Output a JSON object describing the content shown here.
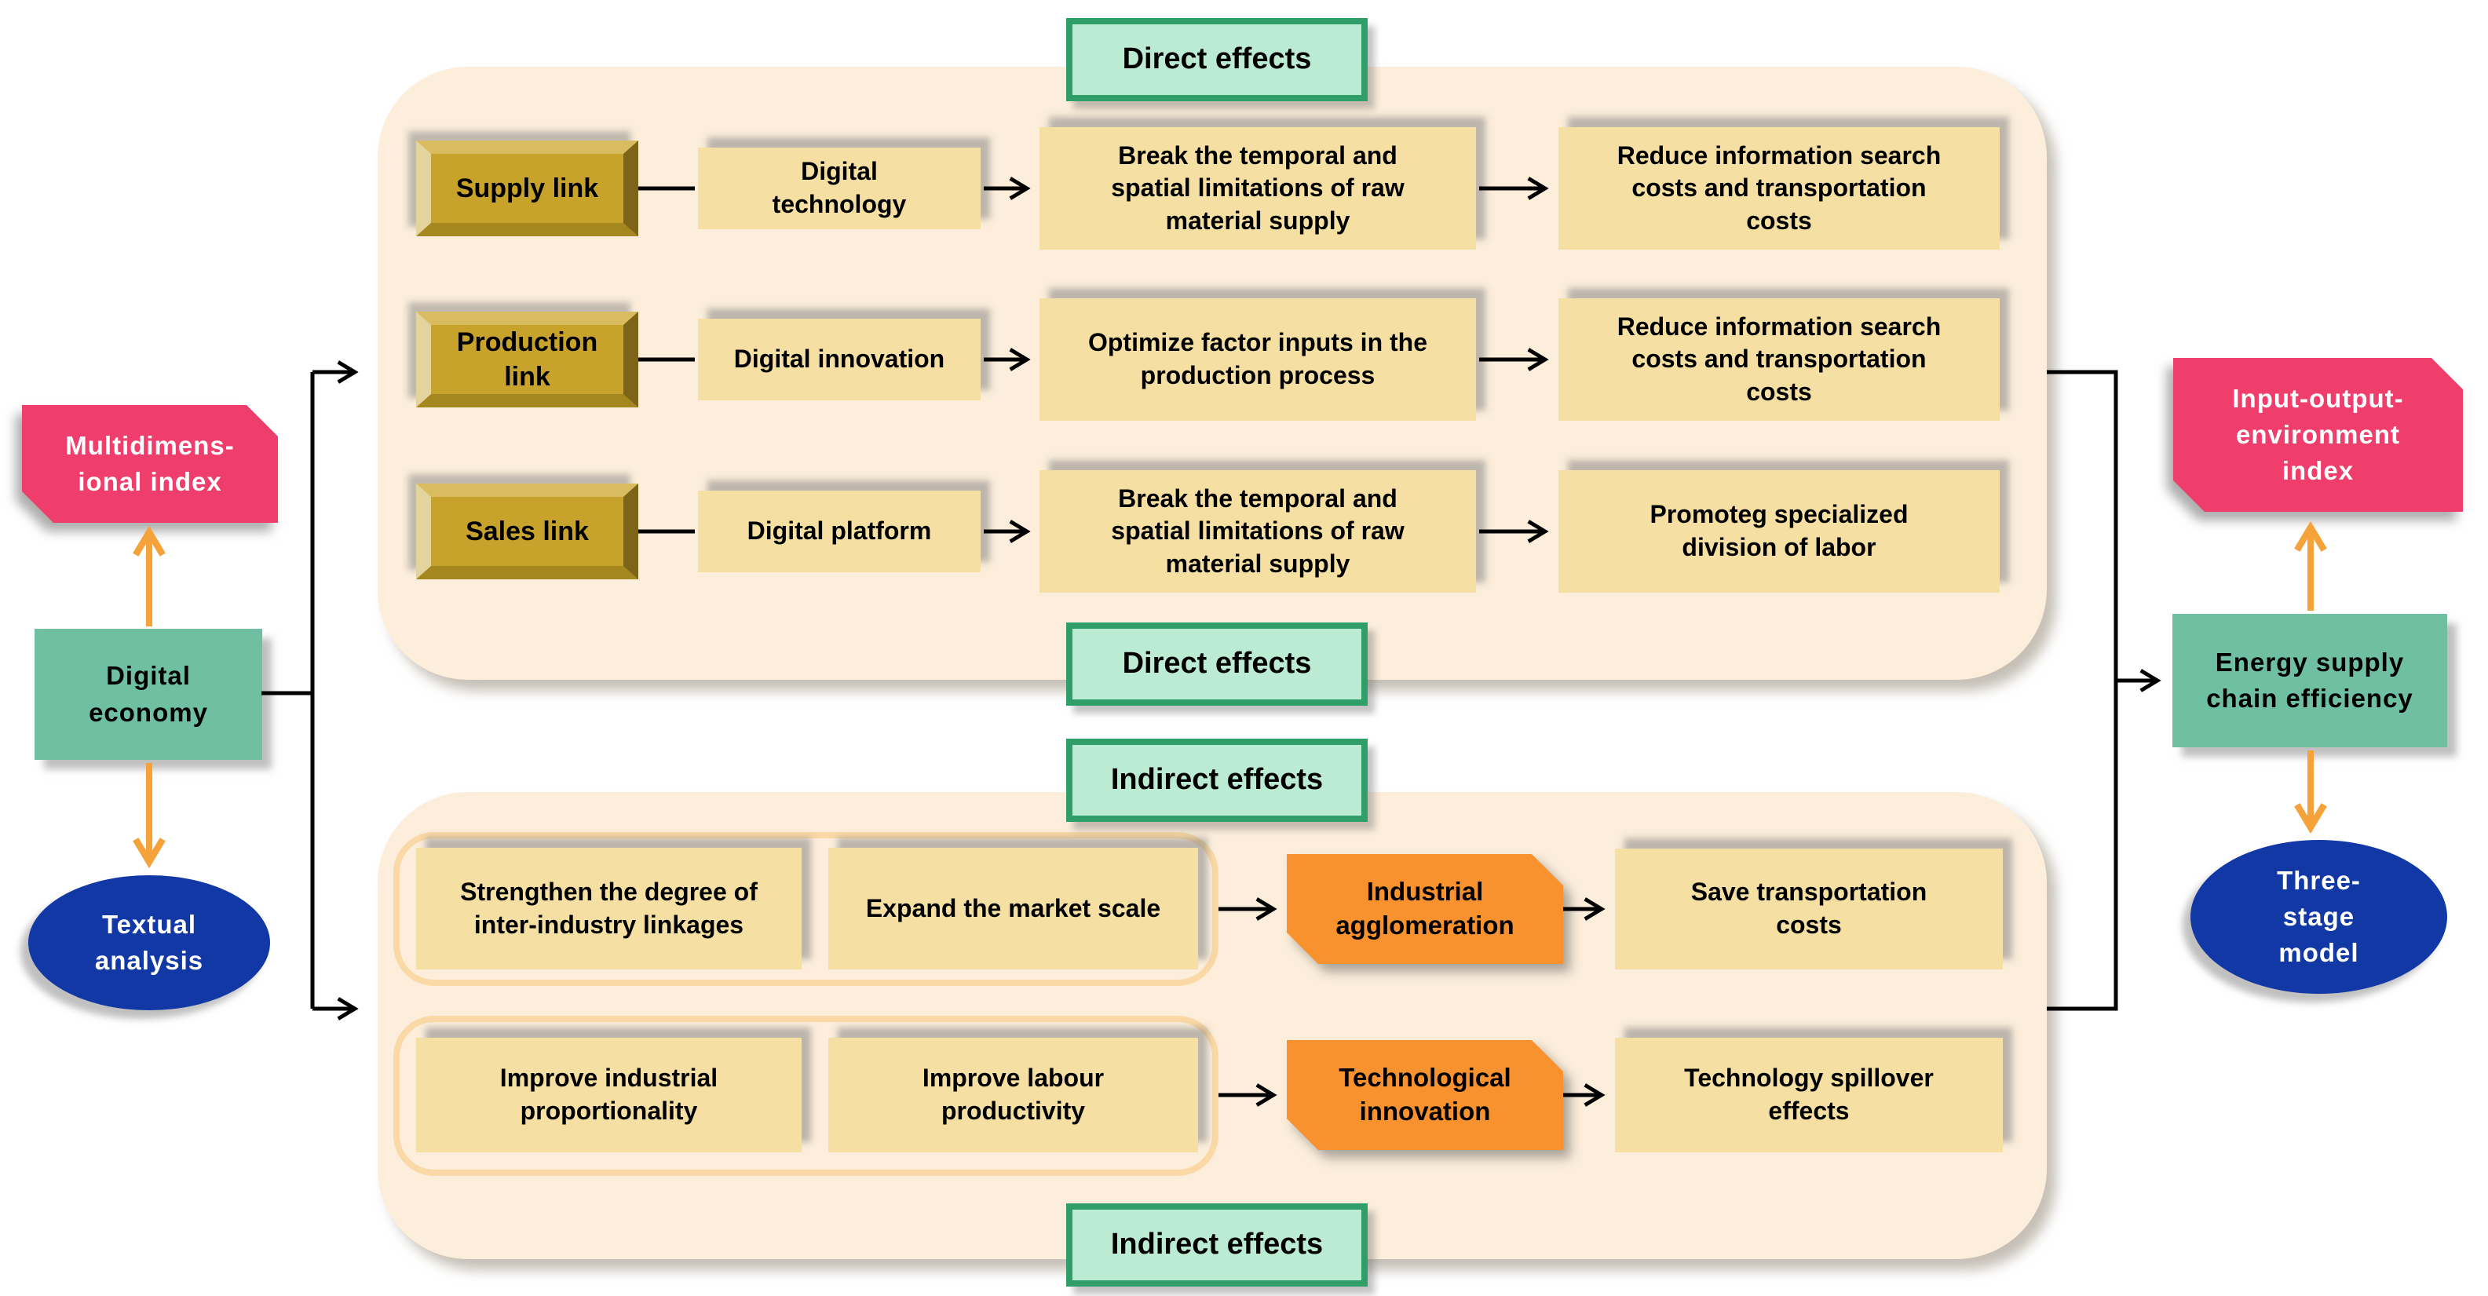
{
  "labels": {
    "direct_top": "Direct effects",
    "direct_bottom": "Direct effects",
    "indirect_top": "Indirect effects",
    "indirect_bottom": "Indirect effects"
  },
  "left_column": {
    "index_box": "Multidimens-\nional index",
    "concept_box": "Digital\neconomy",
    "method_box": "Textual\nanalysis"
  },
  "right_column": {
    "index_box": "Input-output-\nenvironment\nindex",
    "concept_box": "Energy supply\nchain efficiency",
    "method_box": "Three-\nstage\nmodel"
  },
  "direct": {
    "rows": [
      {
        "link": "Supply link",
        "tool": "Digital\ntechnology",
        "mechanism": "Break the temporal and\nspatial limitations of raw\nmaterial supply",
        "outcome": "Reduce information search\ncosts and transportation\ncosts"
      },
      {
        "link": "Production\nlink",
        "tool": "Digital innovation",
        "mechanism": "Optimize factor inputs in the\nproduction process",
        "outcome": "Reduce information search\ncosts and transportation\ncosts"
      },
      {
        "link": "Sales link",
        "tool": "Digital platform",
        "mechanism": "Break the temporal and\nspatial limitations of raw\nmaterial supply",
        "outcome": "Promoteg specialized\ndivision of labor"
      }
    ]
  },
  "indirect": {
    "rows": [
      {
        "cause1": "Strengthen the degree of\ninter-industry linkages",
        "cause2": "Expand the market scale",
        "mediator": "Industrial\nagglomeration",
        "outcome": "Save transportation\ncosts"
      },
      {
        "cause1": "Improve industrial\nproportionality",
        "cause2": "Improve labour\nproductivity",
        "mediator": "Technological\ninnovation",
        "outcome": "Technology spillover\neffects"
      }
    ]
  },
  "colors": {
    "panel_cream": "#FCEEDB",
    "label_fill": "#BCEBD4",
    "label_border": "#2F9E68",
    "gold_node": "#C8A32B",
    "yellow_node": "#F6DFA3",
    "pink_node": "#EF3E6C",
    "teal_node": "#6FBFA2",
    "blue_node": "#1238A5",
    "orange_node": "#F8922E",
    "orange_arrow": "#F5A23B",
    "black_arrow": "#000000"
  }
}
